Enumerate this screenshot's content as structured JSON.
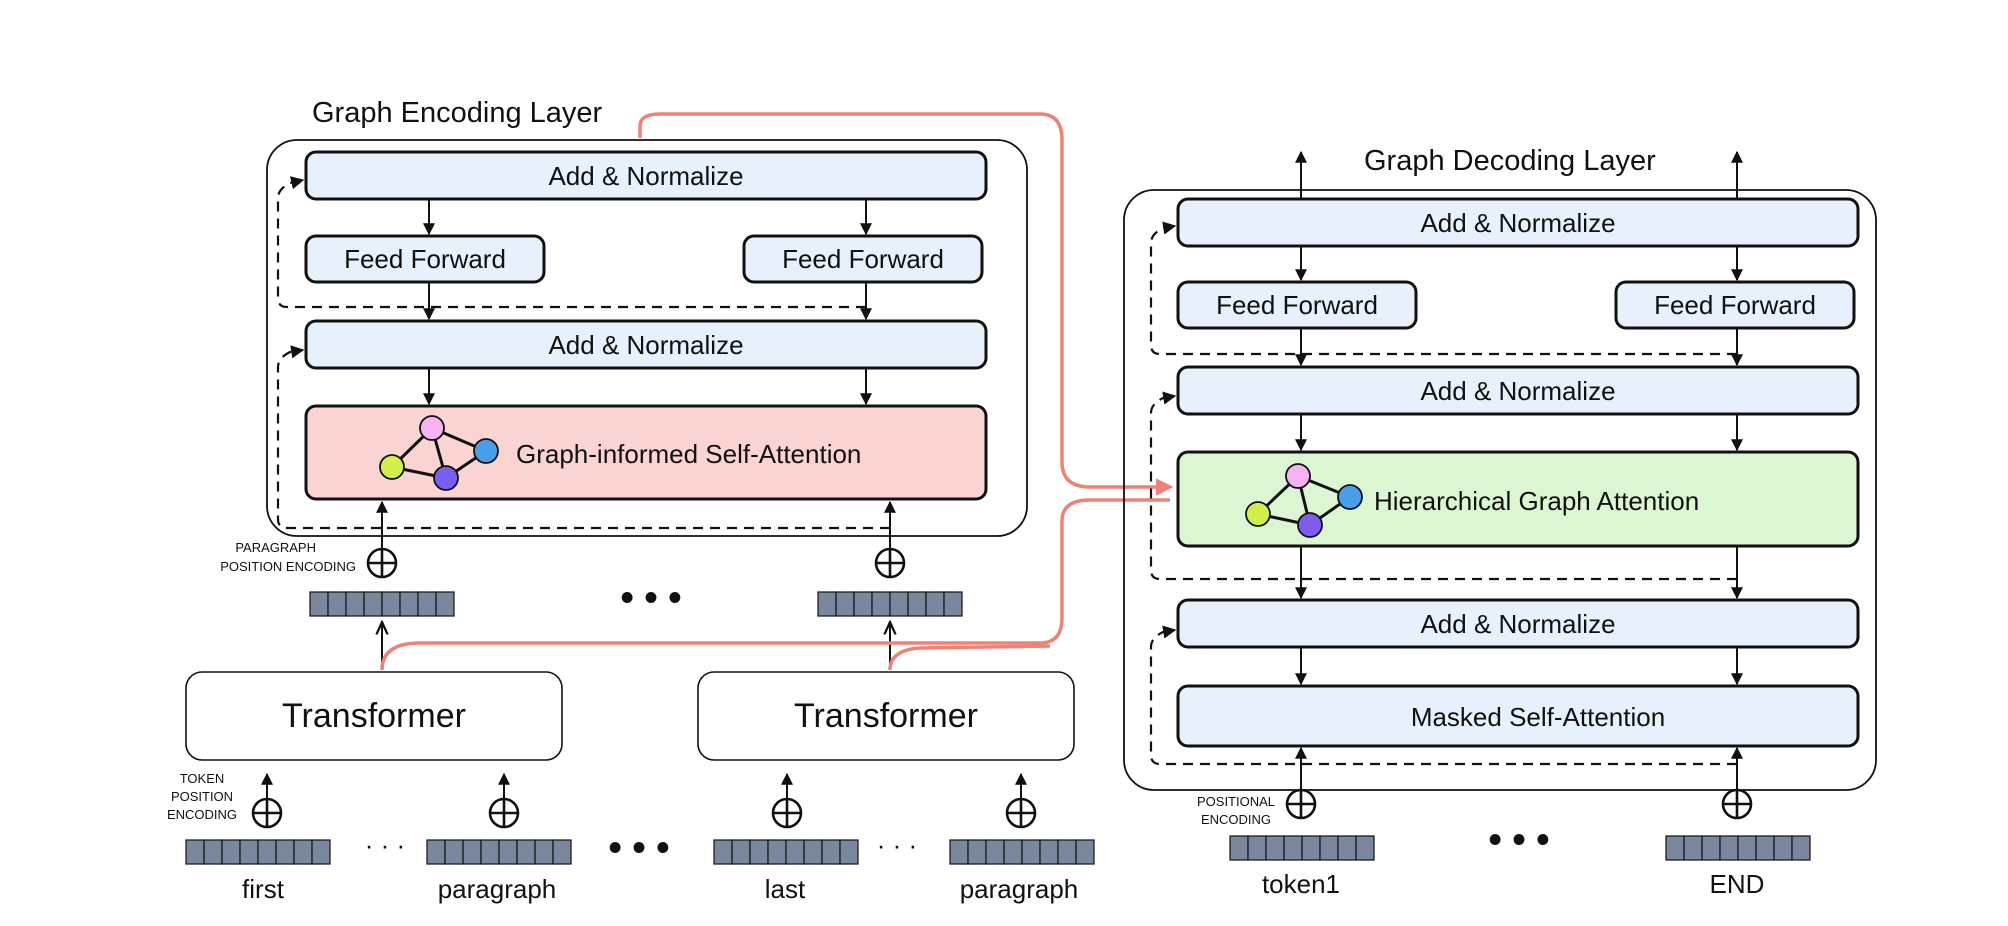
{
  "encoder": {
    "title": "Graph Encoding Layer",
    "add_norm_top": "Add & Normalize",
    "ff_left": "Feed Forward",
    "ff_right": "Feed Forward",
    "add_norm_mid": "Add & Normalize",
    "attention": "Graph-informed Self-Attention",
    "para_pos_enc_1": "PARAGRAPH",
    "para_pos_enc_2": "POSITION ENCODING"
  },
  "transformers": {
    "left": "Transformer",
    "right": "Transformer",
    "tok_pos_1": "TOKEN",
    "tok_pos_2": "POSITION",
    "tok_pos_3": "ENCODING"
  },
  "inputs": {
    "w1": "first",
    "w2": "paragraph",
    "w3": "last",
    "w4": "paragraph",
    "dots_big": "• • •",
    "dots_small": "· · ·"
  },
  "decoder": {
    "title": "Graph Decoding Layer",
    "add_norm_top": "Add & Normalize",
    "ff_left": "Feed Forward",
    "ff_right": "Feed Forward",
    "add_norm_2": "Add & Normalize",
    "attention": "Hierarchical Graph Attention",
    "add_norm_3": "Add & Normalize",
    "masked": "Masked Self-Attention",
    "pos_enc_1": "POSITIONAL",
    "pos_enc_2": "ENCODING",
    "tok1": "token1",
    "tok_end": "END"
  },
  "colors": {
    "block_blue": "#e6f1fb",
    "attention_red": "#f9d4d2",
    "attention_green": "#dcf6d4",
    "flow_red": "#ee8277",
    "node_pink": "#f6b3f1",
    "node_blue": "#4a9de8",
    "node_yellow": "#d3ee4b",
    "node_purple": "#7b5ef0",
    "vector_gray": "#7a879d"
  }
}
